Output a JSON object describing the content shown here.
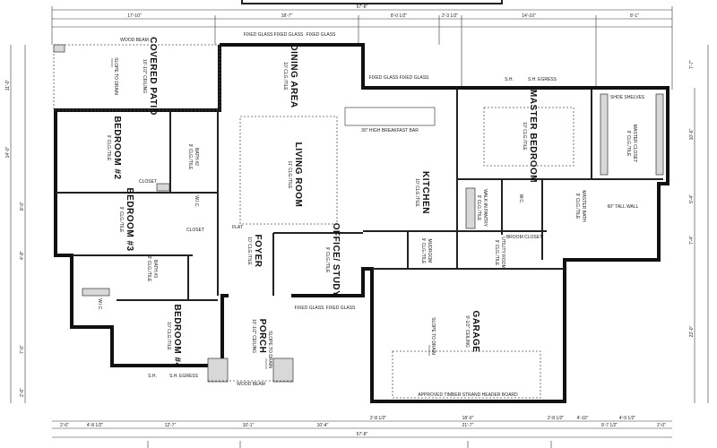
{
  "plan": {
    "overall_width": "57'-8\"",
    "top_dims": [
      "17'-10\"",
      "18'-7\"",
      "8'-0 1/2\"",
      "2'-3 1/2\"",
      "14'-10\"",
      "8'-1\""
    ],
    "bottom_dims": [
      "2'-6\"",
      "4'-8 1/2\"",
      "12'-7\"",
      "10'-1\"",
      "10'-4\"",
      "2'-8 1/2\"",
      "18'-0\"",
      "2'-8 1/2\"",
      "4'-10\"",
      "4'-9 1/2\""
    ],
    "bottom_total_dims": [
      "21'-7\"",
      "9'-7 1/2\"",
      "2'-0\""
    ],
    "left_dims": [
      "11'-0\"",
      "14'-0\"",
      "8'-0\"",
      "4'-8\"",
      "7'-0\"",
      "2'-6\""
    ],
    "right_dims": [
      "7'-7\"",
      "10'-6\"",
      "5'-4\"",
      "7'-4\"",
      "22'-0\""
    ],
    "rooms": {
      "patio": {
        "name": "COVERED PATIO",
        "sub": "10'-1/2\" CEILING"
      },
      "dining": {
        "name": "DINING AREA",
        "sub": "10' CLG./TILE"
      },
      "living": {
        "name": "LIVING ROOM",
        "sub": "11' CLG./TILE"
      },
      "kitchen": {
        "name": "KITCHEN",
        "sub": "10' CLG./TILE"
      },
      "master": {
        "name": "MASTER BEDROOM",
        "sub": "10' CLG./TILE"
      },
      "master_closet": {
        "name": "MASTER CLOSET",
        "sub": "9' CLG./TILE"
      },
      "master_bath": {
        "name": "MASTER BATH",
        "sub": "9' CLG./TILE"
      },
      "wc": {
        "name": "W.C."
      },
      "pantry": {
        "name": "WALK-IN PANTRY",
        "sub": "9' CLG./TILE"
      },
      "broom": {
        "name": "BROOM CLOSET"
      },
      "utility": {
        "name": "UTILITY ROOM",
        "sub": "9' CLG./TILE"
      },
      "mudroom": {
        "name": "MUDROOM",
        "sub": "9' CLG./TILE"
      },
      "bed2": {
        "name": "BEDROOM #2",
        "sub": "9' CLG./TILE"
      },
      "bath2": {
        "name": "BATH #2",
        "sub": "9' CLG./TILE"
      },
      "closet2": {
        "name": "CLOSET"
      },
      "wic": {
        "name": "W.I.C."
      },
      "bed3": {
        "name": "BEDROOM #3",
        "sub": "9' CLG./TILE"
      },
      "closet3": {
        "name": "CLOSET"
      },
      "bath3": {
        "name": "BATH #3",
        "sub": "9' CLG./TILE"
      },
      "bed4": {
        "name": "BEDROOM #4",
        "sub": "10' CLG./TILE"
      },
      "foyer": {
        "name": "FOYER",
        "sub": "10' CLG./TILE"
      },
      "office": {
        "name": "OFFICE/ STUDY",
        "sub": "9' CLG./TILE"
      },
      "porch": {
        "name": "PORCH",
        "sub": "10'-1/2\" CEILING"
      },
      "garage": {
        "name": "GARAGE",
        "sub": "9'-1/2\" CEILING"
      }
    },
    "notes": {
      "wood_beam": "WOOD BEAM",
      "header": "APPROVED TIMBER STRAND HEADER BOARD",
      "fixed_glass": "FIXED GLASS",
      "sh": "S.H.",
      "sh_egress": "S.H. EGRESS",
      "breakfast_bar": "30\" HIGH BREAKFAST BAR",
      "slope": "SLOPE TO DRAIN",
      "flat": "FLAT",
      "shoe_shelves": "SHOE SHELVES",
      "tall_wall": "60\" TALL WALL"
    }
  }
}
